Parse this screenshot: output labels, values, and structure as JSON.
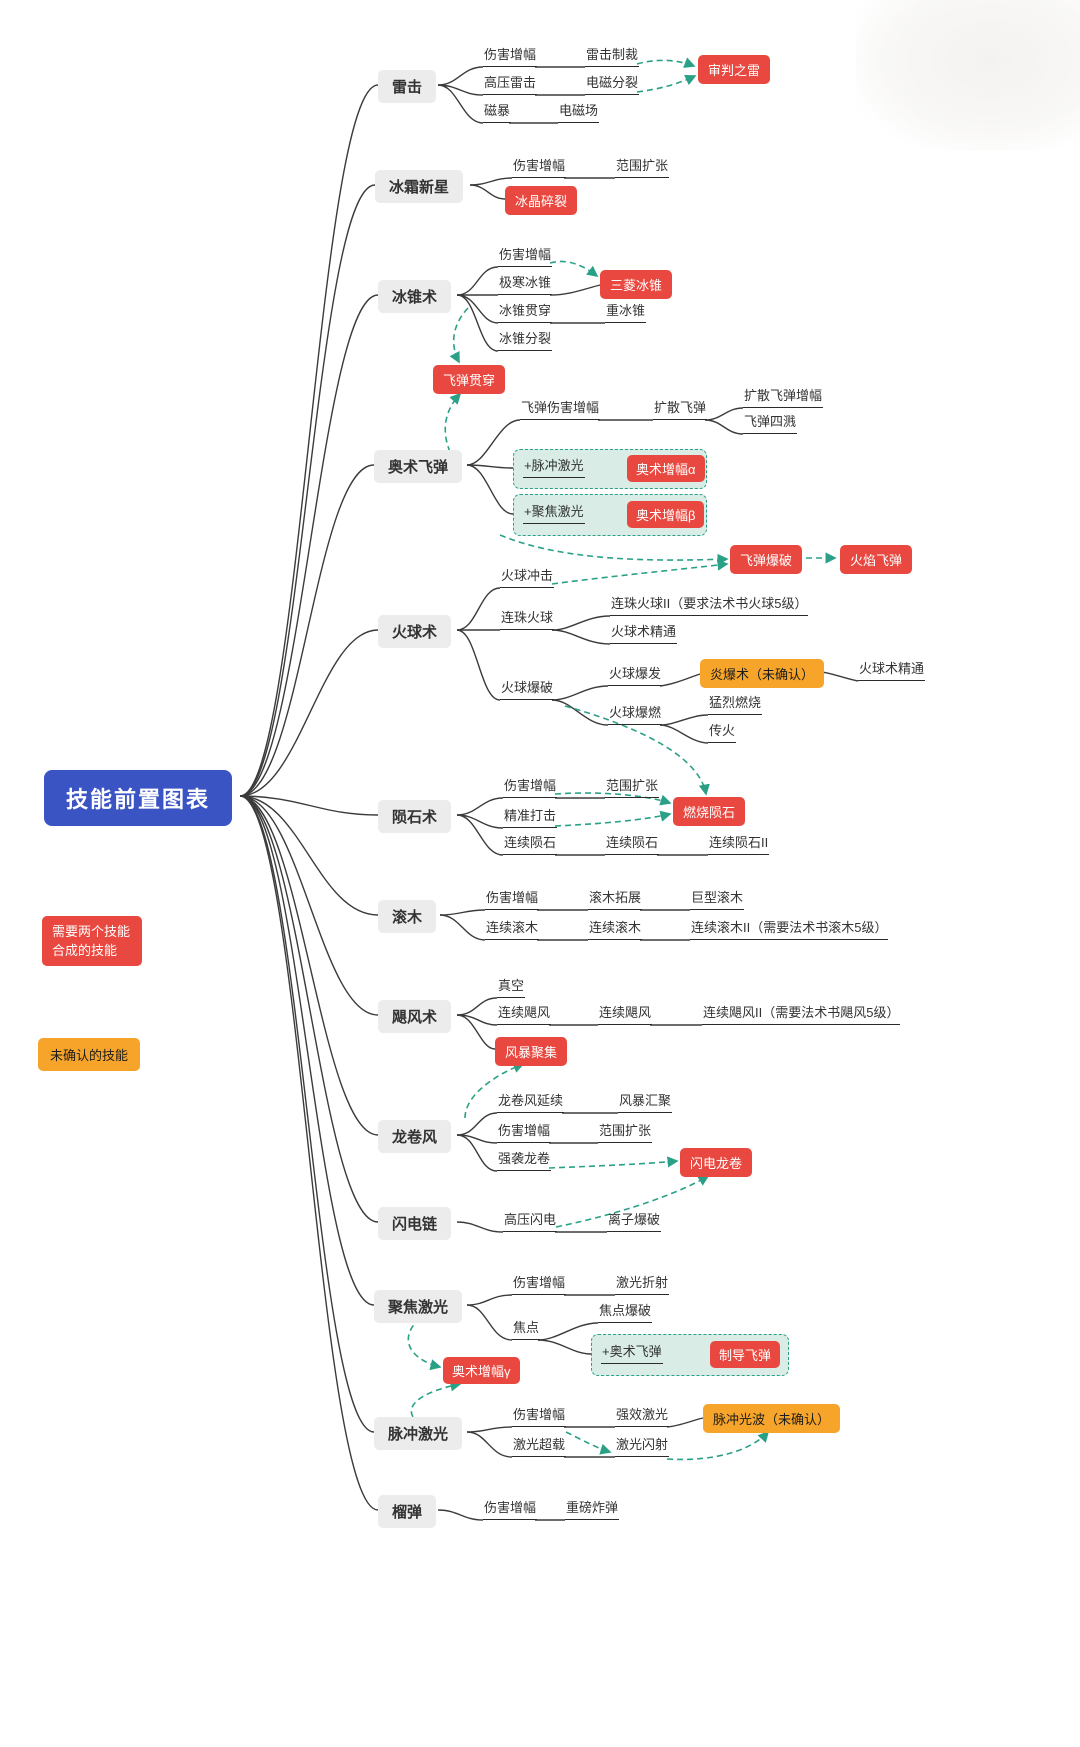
{
  "root": {
    "label": "技能前置图表"
  },
  "legend": {
    "combo_line1": "需要两个技能",
    "combo_line2": "合成的技能",
    "unconfirmed": "未确认的技能"
  },
  "branches": {
    "lightning_strike": {
      "label": "雷击",
      "damage_boost": "伤害增幅",
      "strike_sanction": "雷击制裁",
      "judgment_thunder": "审判之雷",
      "high_voltage": "高压雷击",
      "em_split": "电磁分裂",
      "magnetic_storm": "磁暴",
      "em_field": "电磁场"
    },
    "frost_nova": {
      "label": "冰霜新星",
      "damage_boost": "伤害增幅",
      "range_expand": "范围扩张",
      "crystal_shatter": "冰晶碎裂"
    },
    "ice_cone": {
      "label": "冰锥术",
      "damage_boost": "伤害增幅",
      "extreme_cold_cone": "极寒冰锥",
      "triple_cone": "三菱冰锥",
      "cone_pierce": "冰锥贯穿",
      "heavy_cone": "重冰锥",
      "cone_split": "冰锥分裂"
    },
    "missile_pierce": {
      "label": "飞弹贯穿"
    },
    "arcane_missile": {
      "label": "奥术飞弹",
      "missile_damage_boost": "飞弹伤害增幅",
      "spread_missile": "扩散飞弹",
      "spread_missile_boost": "扩散飞弹增幅",
      "missile_splash": "飞弹四溅",
      "plus_pulse_laser": "+脉冲激光",
      "arcane_boost_alpha": "奥术增幅α",
      "plus_focus_laser": "+聚焦激光",
      "arcane_boost_beta": "奥术增幅β",
      "missile_burst": "飞弹爆破",
      "flame_missile": "火焰飞弹"
    },
    "fireball": {
      "label": "火球术",
      "impact": "火球冲击",
      "chain": "连珠火球",
      "chain2": "连珠火球II（要求法术书火球5级）",
      "mastery_a": "火球术精通",
      "burst": "火球爆破",
      "eruption": "火球爆发",
      "pyroblast": "炎爆术（未确认）",
      "mastery_b": "火球术精通",
      "deflagration": "火球爆燃",
      "fierce_burn": "猛烈燃烧",
      "pass_fire": "传火"
    },
    "meteor": {
      "label": "陨石术",
      "damage_boost": "伤害增幅",
      "range_expand": "范围扩张",
      "precision_strike": "精准打击",
      "burning_meteor": "燃烧陨石",
      "serial_a": "连续陨石",
      "serial_b": "连续陨石",
      "serial_2": "连续陨石II"
    },
    "rolling_log": {
      "label": "滚木",
      "damage_boost": "伤害增幅",
      "log_expand": "滚木拓展",
      "giant_log": "巨型滚木",
      "serial_a": "连续滚木",
      "serial_b": "连续滚木",
      "serial_2": "连续滚木II（需要法术书滚木5级）"
    },
    "hurricane": {
      "label": "飓风术",
      "vacuum": "真空",
      "serial_a": "连续飓风",
      "serial_b": "连续飓风",
      "serial_2": "连续飓风II（需要法术书飓风5级）",
      "storm_gather": "风暴聚集"
    },
    "tornado": {
      "label": "龙卷风",
      "duration": "龙卷风延续",
      "storm_converge": "风暴汇聚",
      "damage_boost": "伤害增幅",
      "range_expand": "范围扩张",
      "assault": "强袭龙卷",
      "lightning_tornado": "闪电龙卷"
    },
    "chain_lightning": {
      "label": "闪电链",
      "high_voltage": "高压闪电",
      "ion_burst": "离子爆破"
    },
    "focus_laser": {
      "label": "聚焦激光",
      "damage_boost": "伤害增幅",
      "refraction": "激光折射",
      "focus": "焦点",
      "focus_burst": "焦点爆破",
      "plus_arcane_missile": "+奥术飞弹",
      "guided_missile": "制导飞弹",
      "arcane_boost_gamma": "奥术增幅γ"
    },
    "pulse_laser": {
      "label": "脉冲激光",
      "damage_boost": "伤害增幅",
      "strong_laser": "强效激光",
      "pulse_wave": "脉冲光波（未确认）",
      "overload": "激光超载",
      "flash": "激光闪射"
    },
    "grenade": {
      "label": "榴弹",
      "damage_boost": "伤害增幅",
      "heavy_bomb": "重磅炸弹"
    }
  },
  "colors": {
    "root_blue": "#3b54c4",
    "branch_gray": "#ececec",
    "combo_red": "#e8483f",
    "unconfirmed_orange": "#f6a42a",
    "synthesis_teal": "#2aa187",
    "line_black": "#2b2b2b"
  }
}
